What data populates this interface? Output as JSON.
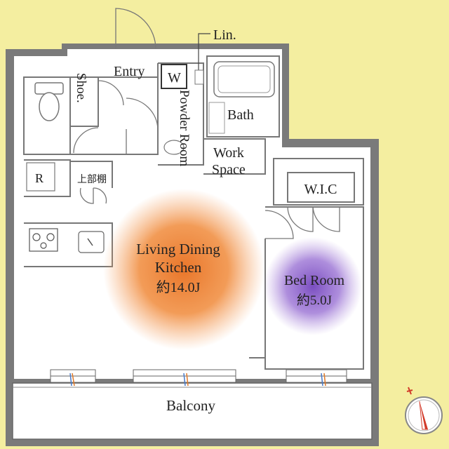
{
  "rooms": {
    "entry": "Entry",
    "shoe": "Shoe.",
    "washer": "W",
    "powder_room": "Powder Room",
    "linen": "Lin.",
    "bath": "Bath",
    "work_space_1": "Work",
    "work_space_2": "Space",
    "refrigerator": "R",
    "upper_shelf": "上部棚",
    "ldk_1": "Living Dining",
    "ldk_2": "Kitchen",
    "ldk_size": "約14.0J",
    "wic": "W.I.C",
    "bedroom": "Bed Room",
    "bedroom_size": "約5.0J",
    "balcony": "Balcony"
  },
  "colors": {
    "background": "#f4eea0",
    "wall": "#7a7a7a",
    "floor": "#ffffff",
    "ldk_glow": "#e9762a",
    "bedroom_glow": "#8a5ec8",
    "compass_needle": "#d23b2a"
  }
}
